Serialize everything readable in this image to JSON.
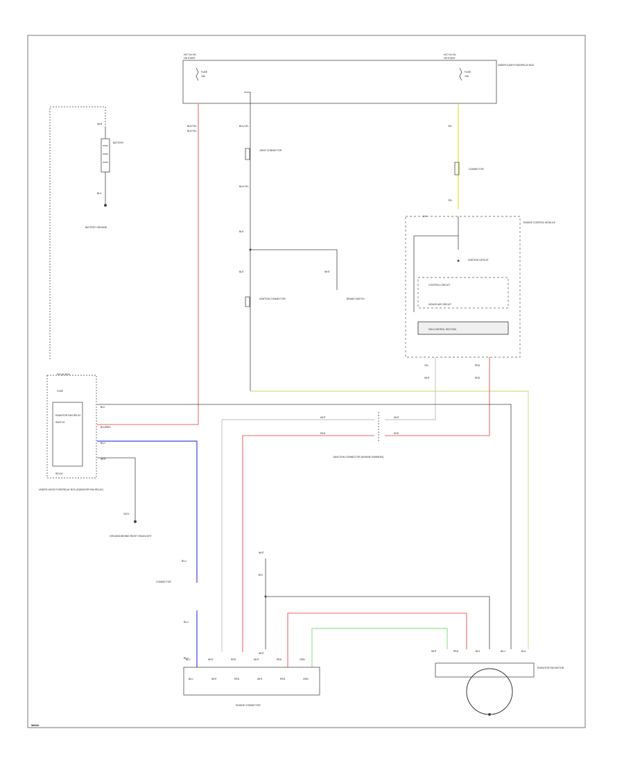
{
  "labels": {
    "hot_left": "HOT IN ON",
    "hot_left_sub": "OR START",
    "hot_right": "HOT IN ON",
    "hot_right_sub": "OR START",
    "ufb_fuse_left": "FUSE",
    "ufb_fuse_left_sub": "15A",
    "ufb_fuse_right": "FUSE",
    "ufb_fuse_right_sub": "10A",
    "ufb_title": "UNDER-DASH FUSE/RELAY BOX",
    "battery": "BATTERY",
    "battery_wire_top": "WHT",
    "battery_wire_bottom": "BLK",
    "ground_battery": "BATTERY GROUND",
    "joint_connector": "JOINT CONNECTOR",
    "jc_wire_top": "BLK/YEL",
    "jc_wire_bottom": "BLK/YEL",
    "wire_left_top": "BLK/YEL",
    "wire_left_mid": "BLK/YEL",
    "brake_switch": "BRAKE SWITCH",
    "ignition_connector": "IGNITION CONNECTOR",
    "wire_to_brake": "WHT",
    "wire_c": "BLK",
    "wire_d": "BLK",
    "right_wire_top": "YEL",
    "right_wire_bot": "YEL",
    "right_connector": "CONNECTOR",
    "pcm_title": "ENGINE CONTROL MODULE",
    "pcm_pin": "A11",
    "pcm_inner1": "IGNITION CIRCUIT",
    "pcm_inner2": "CONTROL CIRCUIT",
    "pcm_inner3": "INTAKE AIR CIRCUIT",
    "pcm_inner4": "FAN CONTROL SECTION",
    "pcm_out1": "YEL",
    "pcm_out2": "RED",
    "pcm_out1b": "WHT",
    "pcm_out2b": "RED",
    "relay_box_title": "RELAY BOX",
    "relay_top": "FUSE",
    "relay_label": "RADIATOR FAN RELAY",
    "relay_sub": "SWITCH",
    "relay_pin1": "BLK",
    "relay_pin2": "BLU/RED",
    "relay_pin3": "BLU",
    "relay_pin4": "WHT",
    "relay_bottom": "RELAY",
    "left_block_caption": "UNDER-HOOD FUSE/RELAY BOX (RADIATOR FAN RELAY)",
    "ground_mid": "G101",
    "ground_mid_caption": "GROUND BEHIND RIGHT HEADLIGHT",
    "mid_connector_caption": "JUNCTION CONNECTOR (ENGINE HARNESS)",
    "mid_w1": "WHT",
    "mid_w2": "WHT",
    "mid_w3": "RED",
    "mid_w4": "RED",
    "blue_connector_caption": "CONNECTOR",
    "blue_w1": "BLU",
    "blue_w2": "BLU",
    "blue_w3": "BLU",
    "fan_sw_wire1": "WHT",
    "fan_sw_wire2": "BLK",
    "fan_sw_wire3": "WHT",
    "motor_label": "RADIATOR FAN MOTOR",
    "motor_pin1": "WHT",
    "motor_pin2": "RED",
    "motor_pin3": "BLK",
    "motor_pin4": "BLU",
    "motor_pin5": "BLK",
    "bottom_connector_caption": "ENGINE CONNECTOR",
    "bc_pin1": "BLU",
    "bc_pin2": "WHT",
    "bc_pin3": "RED",
    "bc_pin4": "WHT",
    "bc_pin5": "RED",
    "bc_pin6": "GRN",
    "bc_name1": "BLU",
    "bc_name2": "WHT",
    "bc_name3": "RED",
    "bc_name4": "WHT",
    "bc_name5": "RED",
    "bc_name6": "GRN",
    "footer_code": "W0000"
  }
}
